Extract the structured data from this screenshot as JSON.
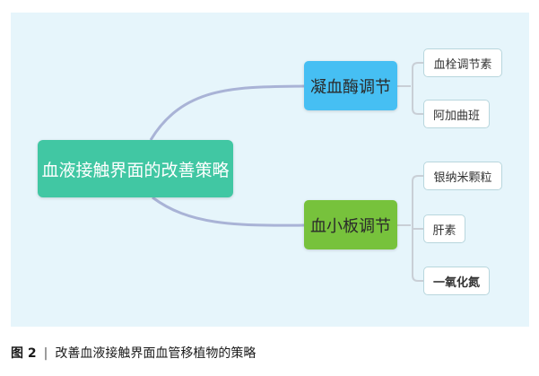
{
  "diagram": {
    "root": "血液接触界面的改善策略",
    "branches": [
      {
        "label": "凝血酶调节",
        "children": [
          "血栓调节素",
          "阿加曲班"
        ]
      },
      {
        "label": "血小板调节",
        "children": [
          "银纳米颗粒",
          "肝素",
          "一氧化氮"
        ]
      }
    ]
  },
  "caption": {
    "figure_label": "图 2",
    "separator": "|",
    "text": "改善血液接触界面血管移植物的策略"
  },
  "colors": {
    "panel_background": "#e6f5fb",
    "root": "#41c7a3",
    "branch_coagulation": "#46bff3",
    "branch_platelet": "#77c23c",
    "connector": "#a9b3d6",
    "leaf_bracket": "#c9cfd6"
  }
}
